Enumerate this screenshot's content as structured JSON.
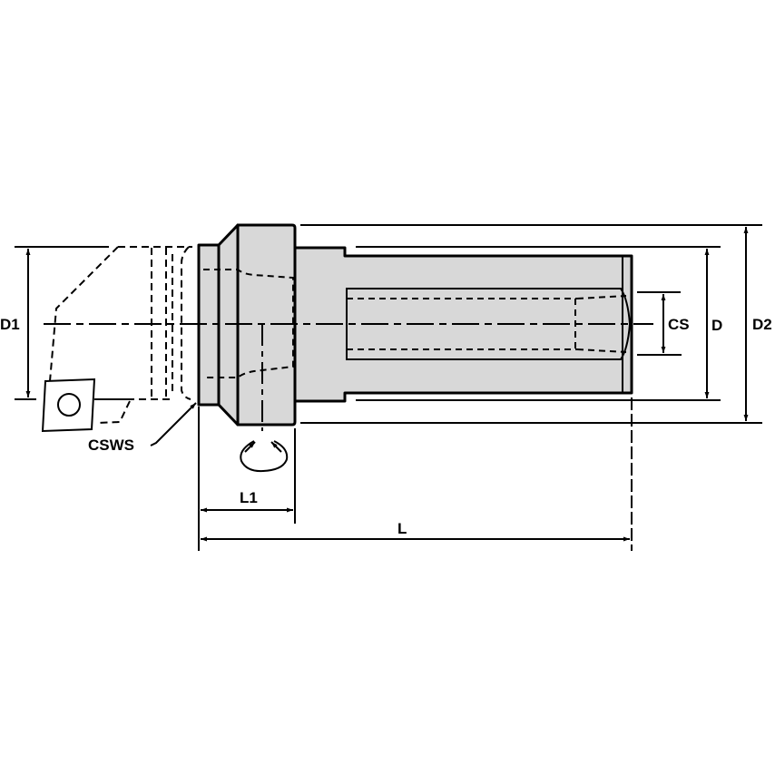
{
  "diagram": {
    "title": "Boring bar cartridge holder dimension drawing",
    "colors": {
      "line": "#000000",
      "body_fill": "#d8d8d8",
      "background": "#ffffff"
    },
    "labels": {
      "d1": "D1",
      "cs": "CS",
      "d": "D",
      "d2": "D2",
      "cswsl": "CSWS",
      "l1": "L1",
      "l": "L"
    }
  }
}
